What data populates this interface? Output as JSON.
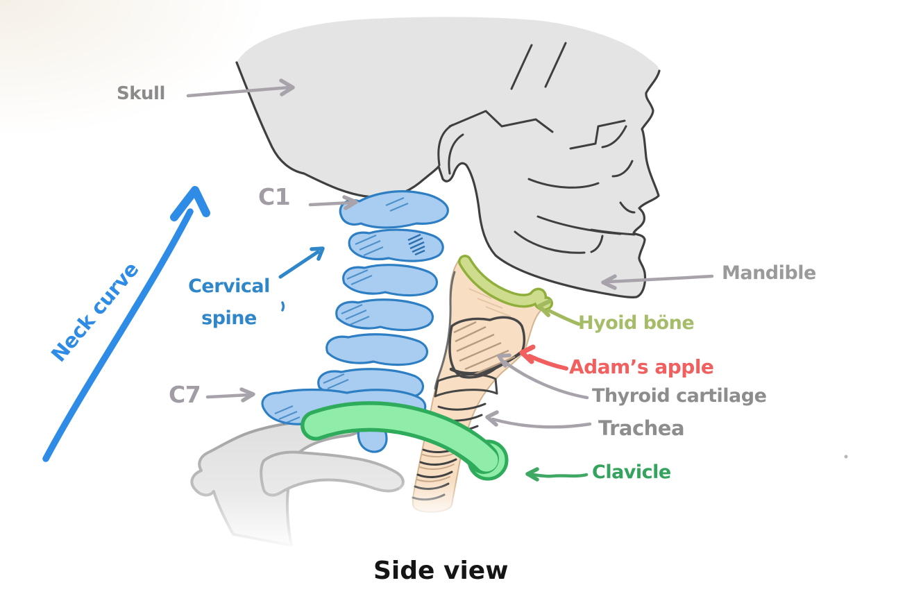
{
  "view_title": "Side view",
  "labels": {
    "skull": "Skull",
    "c1": "C1",
    "cervical_spine_line1": "Cervical",
    "cervical_spine_line2": "spine",
    "neck_curve": "Neck curve",
    "c7": "C7",
    "mandible": "Mandible",
    "hyoid_bone": "Hyoid böne",
    "adams_apple": "Adam’s apple",
    "thyroid_cartilage": "Thyroid cartilage",
    "trachea": "Trachea",
    "clavicle": "Clavicle"
  },
  "structures": [
    "skull",
    "cervical-spine",
    "mandible",
    "hyoid-bone",
    "adams-apple",
    "thyroid-cartilage",
    "trachea",
    "clavicle",
    "shoulder-bones",
    "neck-curve"
  ],
  "palette": {
    "label_gray": "#8d8d8d",
    "vertebra_label_gray": "#a29da5",
    "pointer_gray": "#a8a2ab",
    "accent_blue": "#2e8ce6",
    "cervical_text_blue": "#2f86c8",
    "spine_blue_fill": "#a9cdf0",
    "spine_blue_stroke": "#2d7ec3",
    "skull_gray_fill": "#e4e4e4",
    "sketch_line": "#3f3f3f",
    "larynx_peach": "#f8dfc3",
    "hyoid_olive_fill": "#cddd8d",
    "hyoid_olive_stroke": "#8fae3a",
    "hyoid_text_olive": "#a5bd69",
    "adams_apple_red": "#f15f5f",
    "clavicle_green_fill": "#90eda9",
    "clavicle_green_stroke": "#2fac5b",
    "clavicle_text_green": "#33a35d",
    "shoulder_gray_fill": "#dedede",
    "title_black": "#151515"
  }
}
